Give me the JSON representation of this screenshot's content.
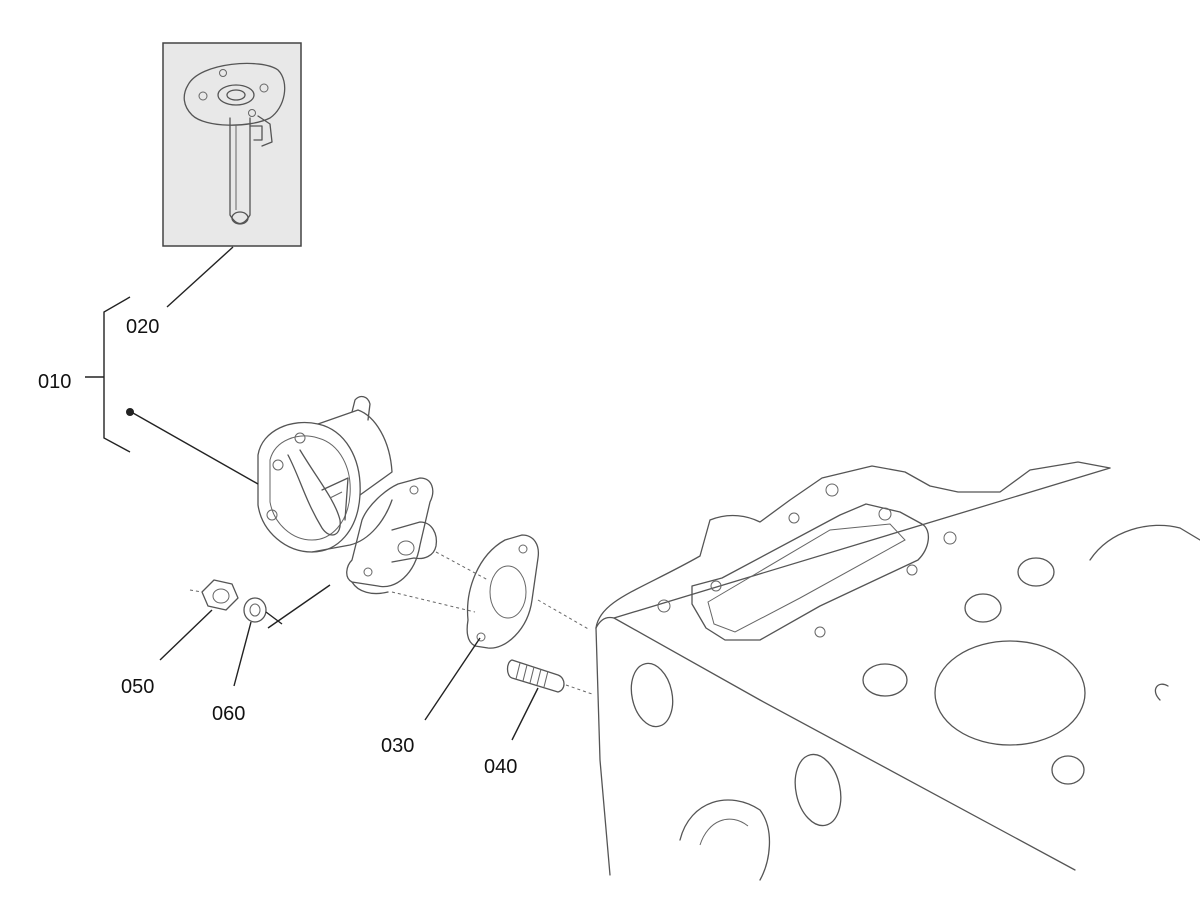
{
  "callouts": {
    "c010": "010",
    "c020": "020",
    "c030": "030",
    "c040": "040",
    "c050": "050",
    "c060": "060"
  }
}
